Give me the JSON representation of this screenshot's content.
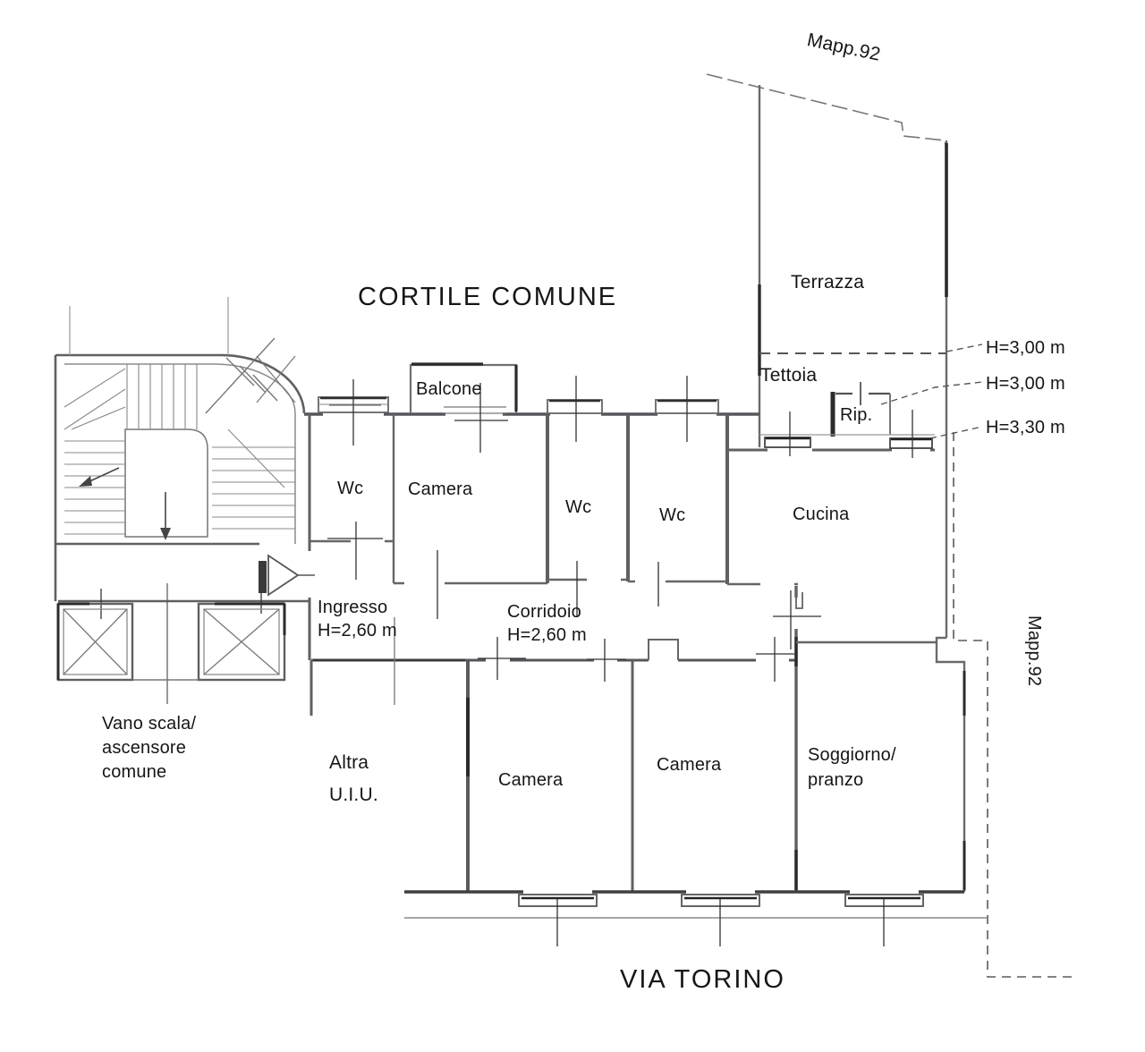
{
  "site": {
    "courtyard": "CORTILE COMUNE",
    "street": "VIA TORINO",
    "parcel_top": "Mapp.92",
    "parcel_right": "Mapp.92"
  },
  "outdoor": {
    "terrace": "Terrazza",
    "canopy": "Tettoia",
    "storage": "Rip.",
    "balcony": "Balcone"
  },
  "rooms": {
    "wc_top_left": "Wc",
    "camera_top": "Camera",
    "wc_top_mid": "Wc",
    "wc_top_right": "Wc",
    "kitchen": "Cucina",
    "entry": {
      "name": "Ingresso",
      "height": "H=2,60 m"
    },
    "corridor": {
      "name": "Corridoio",
      "height": "H=2,60 m"
    },
    "camera_bottom_left": "Camera",
    "camera_bottom_mid": "Camera",
    "living": {
      "line1": "Soggiorno/",
      "line2": "pranzo"
    },
    "other_unit": {
      "line1": "Altra",
      "line2": "U.I.U."
    },
    "stairwell": {
      "line1": "Vano scala/",
      "line2": "ascensore",
      "line3": "comune"
    }
  },
  "height_callouts": [
    {
      "label": "H=3,00 m"
    },
    {
      "label": "H=3,00 m"
    },
    {
      "label": "H=3,30 m"
    }
  ],
  "colors": {
    "background": "#ffffff",
    "wall": "#5f6062",
    "wall_dark": "#2b2b2b",
    "thin_line": "#8a8b8d",
    "dashed_line": "#5a5a5a",
    "text": "#161616"
  }
}
